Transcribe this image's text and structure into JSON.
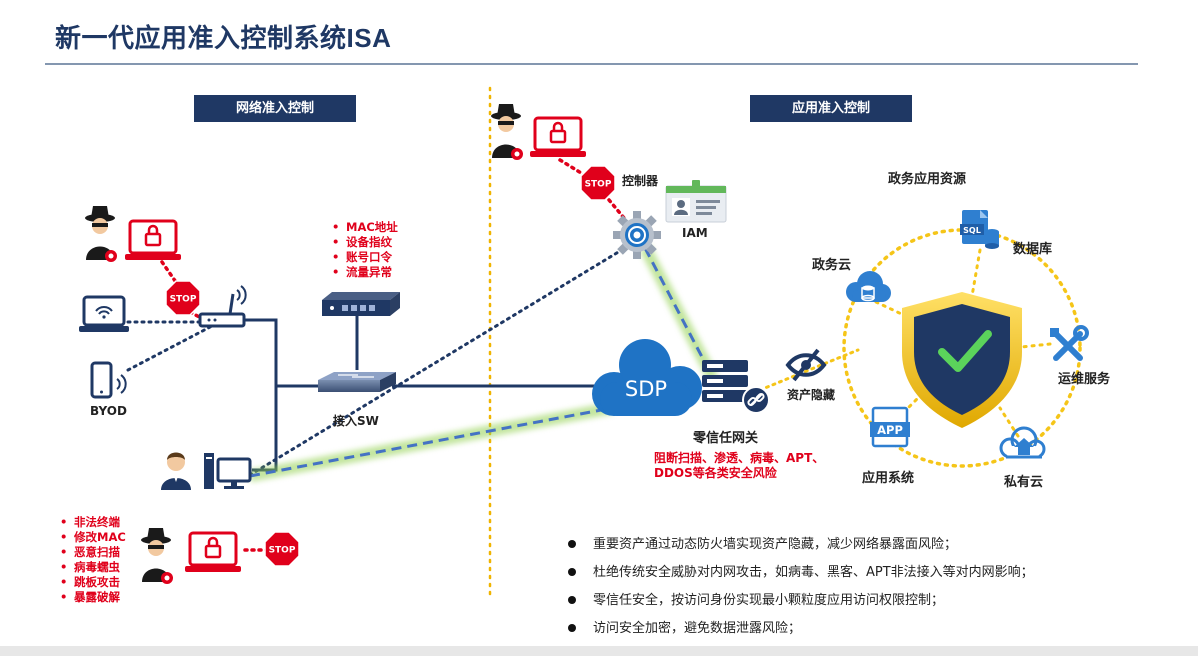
{
  "title": "新一代应用准入控制系统ISA",
  "sections": {
    "left": "网络准入控制",
    "right": "应用准入控制"
  },
  "labels": {
    "byod": "BYOD",
    "access_switch": "接入SW",
    "controller": "控制器",
    "iam": "IAM",
    "sdp": "SDP",
    "zero_trust_gateway": "零信任网关",
    "asset_hiding": "资产隐藏",
    "gov_resources": "政务应用资源",
    "database": "数据库",
    "gov_cloud": "政务云",
    "ops_service": "运维服务",
    "app_system": "应用系统",
    "private_cloud": "私有云",
    "stop": "STOP",
    "app_icon": "APP",
    "sql_icon": "SQL"
  },
  "network_checks": [
    "MAC地址",
    "设备指纹",
    "账号口令",
    "流量异常"
  ],
  "threats": [
    "非法终端",
    "修改MAC",
    "恶意扫描",
    "病毒蠕虫",
    "跳板攻击",
    "暴露破解"
  ],
  "gateway_blocks": [
    "阻断扫描、渗透、病毒、APT、",
    "DDOS等各类安全风险"
  ],
  "bullets": [
    "重要资产通过动态防火墙实现资产隐藏，减少网络暴露面风险；",
    "杜绝传统安全威胁对内网攻击，如病毒、黑客、APT非法接入等对内网影响；",
    "零信任安全，按访问身份实现最小颗粒度应用访问权限控制；",
    "访问安全加密，避免数据泄露风险；"
  ],
  "colors": {
    "navy": "#1f3864",
    "red": "#e0001b",
    "gold": "#f5c518",
    "sdp_blue": "#1f73c5",
    "green_glow": "#92d050",
    "dash_blue": "#4472c4"
  }
}
